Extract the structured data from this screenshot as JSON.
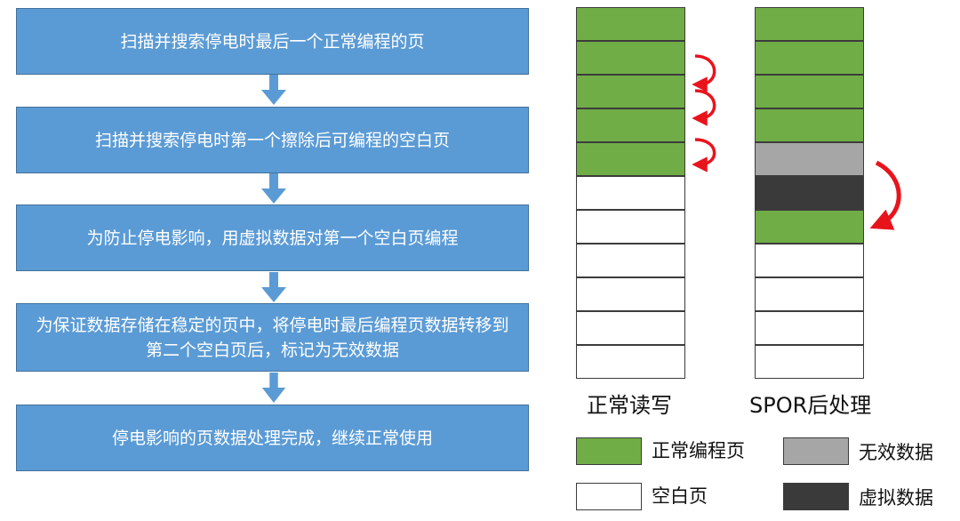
{
  "steps": [
    "扫描并搜索停电时最后一个正常编程的页",
    "扫描并搜索停电时第一个擦除后可编程的空白页",
    "为防止停电影响，用虚拟数据对第一个空白页编程",
    "为保证数据存储在稳定的页中，将停电时最后编程页数据转移到第二个空白页后，标记为无效数据",
    "停电影响的页数据处理完成，继续正常使用"
  ],
  "columns": {
    "left": {
      "label": "正常读写",
      "cells": [
        "green",
        "green",
        "green",
        "green",
        "green",
        "white",
        "white",
        "white",
        "white",
        "white",
        "white"
      ]
    },
    "right": {
      "label": "SPOR后处理",
      "cells": [
        "green",
        "green",
        "green",
        "green",
        "gray",
        "dark",
        "green",
        "white",
        "white",
        "white",
        "white"
      ]
    }
  },
  "legend": {
    "green": "正常编程页",
    "gray": "无效数据",
    "white": "空白页",
    "dark": "虚拟数据"
  },
  "colors": {
    "step_fill": "#5b9bd5",
    "green": "#70ad47",
    "gray": "#a6a6a6",
    "dark": "#3a3a3a",
    "arrow_red": "#e8141c"
  }
}
